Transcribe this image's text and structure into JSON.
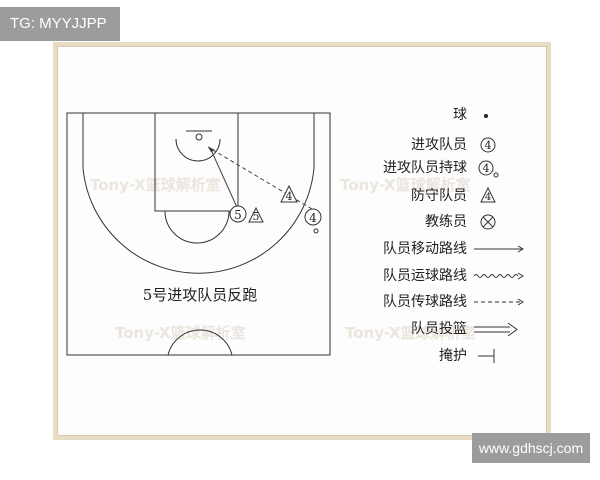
{
  "watermark_top": "TG: MYYJJPP",
  "watermark_bottom": "www.gdhscj.com",
  "caption": "5号进攻队员反跑",
  "court_watermark": "Tony-X篮球解析室",
  "players": {
    "offense_4": "4",
    "offense_5": "5",
    "defense_5": "5",
    "defense_4": "4"
  },
  "legend": {
    "ball": "球",
    "offensive_player": "进攻队员",
    "offensive_player_symbol": "4",
    "offensive_player_with_ball": "进攻队员持球",
    "offensive_player_with_ball_symbol": "4",
    "defensive_player": "防守队员",
    "defensive_player_symbol": "4",
    "coach": "教练员",
    "player_movement_line": "队员移动路线",
    "dribble_line": "队员运球路线",
    "pass_line": "队员传球路线",
    "shot": "队员投篮",
    "screen": "掩护"
  },
  "colors": {
    "line": "#333333",
    "watermark": "#e6e1d8",
    "frame": "#e8dcc4"
  }
}
